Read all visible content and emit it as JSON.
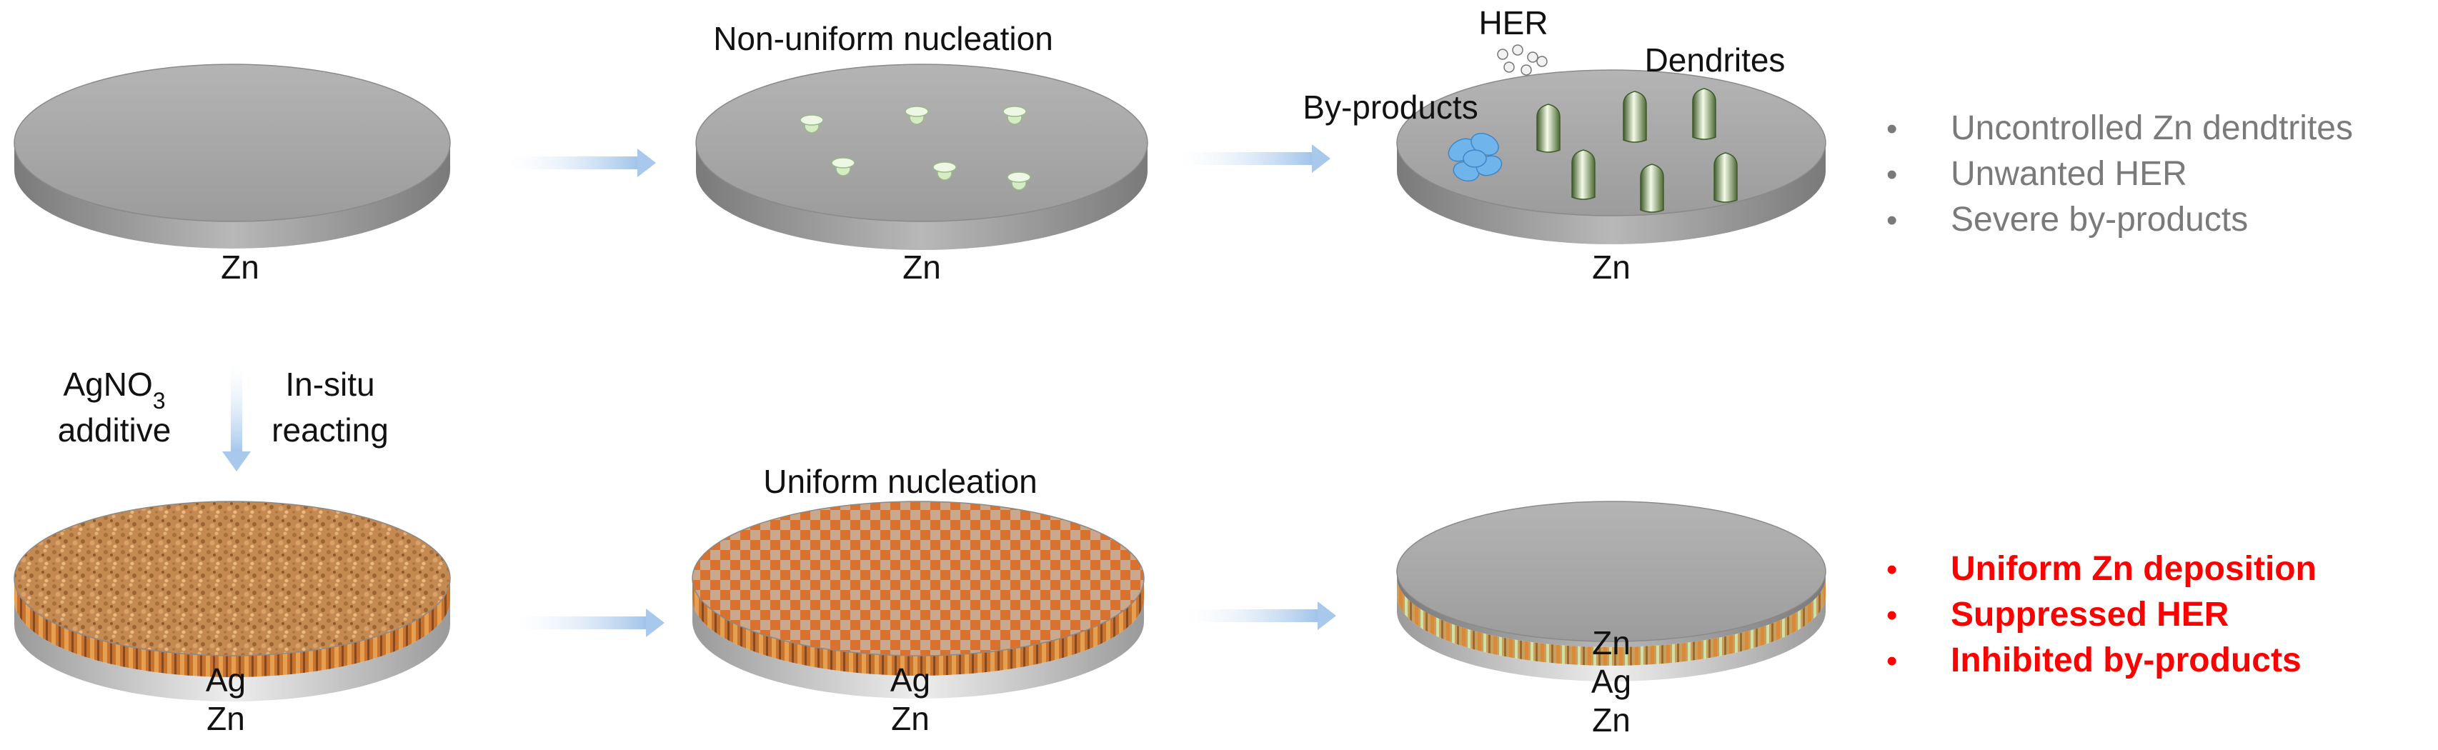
{
  "labels": {
    "zn": "Zn",
    "ag": "Ag",
    "non_uniform_nucleation": "Non-uniform nucleation",
    "uniform_nucleation": "Uniform nucleation",
    "her": "HER",
    "dendrites": "Dendrites",
    "by_products": "By-products",
    "agno3_prefix": "AgNO",
    "agno3_subscript": "3",
    "additive": "additive",
    "in_situ": "In-situ",
    "reacting": "reacting"
  },
  "bullets": {
    "marker": "•",
    "top": [
      "Uncontrolled Zn dendtrites",
      "Unwanted HER",
      "Severe by-products"
    ],
    "bottom": [
      "Uniform Zn deposition",
      "Suppressed HER",
      "Inhibited by-products"
    ]
  },
  "colors": {
    "zinc_top": "#a6a6a6",
    "zinc_side": "#888888",
    "silver_side": "#d0d0d0",
    "ag_texture": "#c08850",
    "ag_grid_orange": "#d8722e",
    "ag_grid_light": "#c8a88c",
    "arrow": "#a8c8ec",
    "nucleus": "#d6ecc4",
    "by_product": "#6fb4ea",
    "top_bullets": "#7a7a7a",
    "bottom_bullets": "#ff0000"
  }
}
